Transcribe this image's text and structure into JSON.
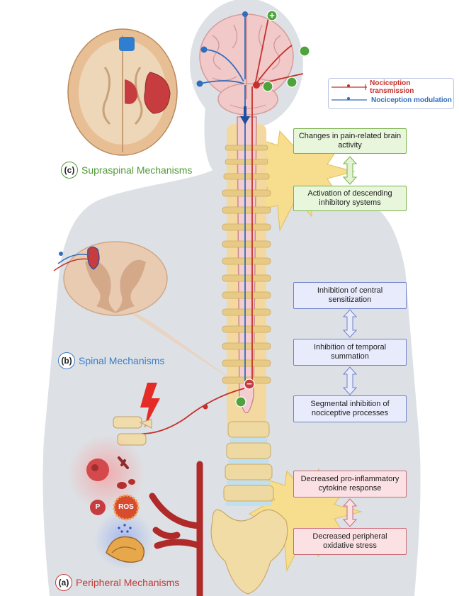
{
  "legend": {
    "transmission": {
      "label": "Nociception transmission",
      "color": "#c4302b"
    },
    "modulation": {
      "label": "Nociception modulation",
      "color": "#2f6dbd"
    }
  },
  "mechanisms": {
    "supraspinal": {
      "letter": "(c)",
      "label": "Supraspinal Mechanisms",
      "color": "#4f9a35"
    },
    "spinal": {
      "letter": "(b)",
      "label": "Spinal Mechanisms",
      "color": "#3d7dc6"
    },
    "peripheral": {
      "letter": "(a)",
      "label": "Peripheral Mechanisms",
      "color": "#c23b3b"
    }
  },
  "boxes": {
    "green": [
      "Changes in pain-related brain activity",
      "Activation of descending inhibitory systems"
    ],
    "blue": [
      "Inhibition of central sensitization",
      "Inhibition of temporal summation",
      "Segmental inhibition of nociceptive processes"
    ],
    "red": [
      "Decreased pro-inflammatory cytokine response",
      "Decreased peripheral oxidative stress"
    ]
  },
  "peripheral_labels": {
    "p": "P",
    "ros": "ROS"
  },
  "signs": {
    "plus": "+",
    "minus": "−"
  }
}
